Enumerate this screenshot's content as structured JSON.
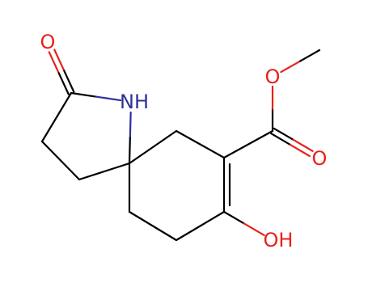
{
  "colors": {
    "background": "#ffffff",
    "carbon": "#000000",
    "oxygen": "#e8211a",
    "nitrogen": "#2f2f9a"
  },
  "molecule": {
    "atoms": [
      {
        "id": "o_lactam",
        "element": "O",
        "label": "O"
      },
      {
        "id": "c_lactam",
        "element": "C",
        "label": ""
      },
      {
        "id": "n_amide",
        "element": "N",
        "label": "NH"
      },
      {
        "id": "c_ring5_a",
        "element": "C",
        "label": ""
      },
      {
        "id": "c_ring5_b",
        "element": "C",
        "label": ""
      },
      {
        "id": "c_spiro",
        "element": "C",
        "label": ""
      },
      {
        "id": "c_ring6_top",
        "element": "C",
        "label": ""
      },
      {
        "id": "c_ring6_ester",
        "element": "C",
        "label": ""
      },
      {
        "id": "c_ring6_enol",
        "element": "C",
        "label": ""
      },
      {
        "id": "c_ring6_low",
        "element": "C",
        "label": ""
      },
      {
        "id": "c_ring6_left",
        "element": "C",
        "label": ""
      },
      {
        "id": "c_carbonyl",
        "element": "C",
        "label": ""
      },
      {
        "id": "o_carbonyl",
        "element": "O",
        "label": "O"
      },
      {
        "id": "o_ester",
        "element": "O",
        "label": "O"
      },
      {
        "id": "c_methyl",
        "element": "C",
        "label": ""
      },
      {
        "id": "o_hydroxyl",
        "element": "O",
        "label": "OH"
      }
    ],
    "bonds": [
      {
        "from": "o_lactam",
        "to": "c_lactam",
        "order": 2
      },
      {
        "from": "c_lactam",
        "to": "n_amide",
        "order": 1
      },
      {
        "from": "c_lactam",
        "to": "c_ring5_a",
        "order": 1
      },
      {
        "from": "c_ring5_a",
        "to": "c_ring5_b",
        "order": 1
      },
      {
        "from": "c_ring5_b",
        "to": "c_spiro",
        "order": 1
      },
      {
        "from": "n_amide",
        "to": "c_spiro",
        "order": 1
      },
      {
        "from": "c_spiro",
        "to": "c_ring6_top",
        "order": 1
      },
      {
        "from": "c_ring6_top",
        "to": "c_ring6_ester",
        "order": 1
      },
      {
        "from": "c_ring6_ester",
        "to": "c_ring6_enol",
        "order": 2
      },
      {
        "from": "c_ring6_enol",
        "to": "c_ring6_low",
        "order": 1
      },
      {
        "from": "c_ring6_low",
        "to": "c_ring6_left",
        "order": 1
      },
      {
        "from": "c_ring6_left",
        "to": "c_spiro",
        "order": 1
      },
      {
        "from": "c_ring6_ester",
        "to": "c_carbonyl",
        "order": 1
      },
      {
        "from": "c_carbonyl",
        "to": "o_carbonyl",
        "order": 2
      },
      {
        "from": "c_carbonyl",
        "to": "o_ester",
        "order": 1
      },
      {
        "from": "o_ester",
        "to": "c_methyl",
        "order": 1
      },
      {
        "from": "c_ring6_enol",
        "to": "o_hydroxyl",
        "order": 1
      }
    ]
  }
}
